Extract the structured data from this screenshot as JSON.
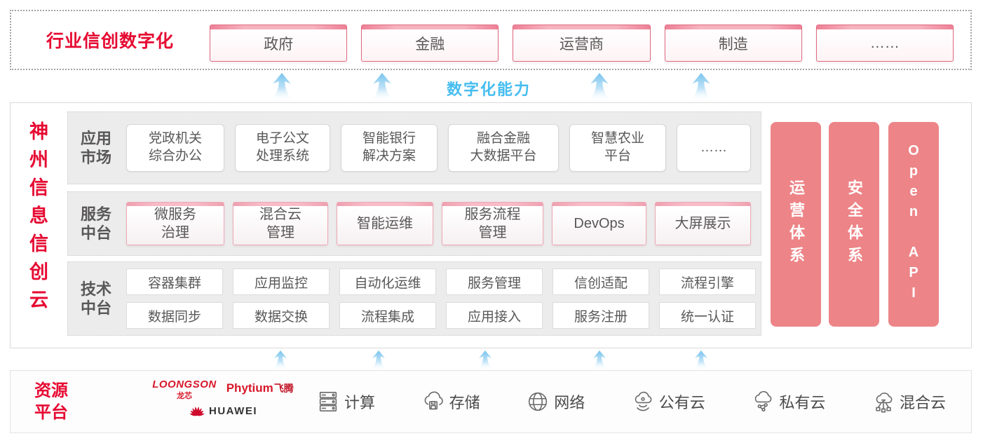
{
  "colors": {
    "red": "#e60a32",
    "pillar_pink": "#ed8487",
    "blue": "#45bdf0",
    "box_text": "#595757"
  },
  "top_banner": {
    "title": "行业信创数字化",
    "industries": [
      {
        "label": "政府"
      },
      {
        "label": "金融"
      },
      {
        "label": "运营商"
      },
      {
        "label": "制造"
      },
      {
        "label": "……"
      }
    ]
  },
  "capability": {
    "label": "数字化能力"
  },
  "platform": {
    "title": "神州信息信创云",
    "rows": [
      {
        "label": "应用\n市场",
        "items": [
          {
            "label": "党政机关\n综合办公"
          },
          {
            "label": "电子公文\n处理系统"
          },
          {
            "label": "智能银行\n解决方案"
          },
          {
            "label": "融合金融\n大数据平台"
          },
          {
            "label": "智慧农业\n平台"
          },
          {
            "label": "……"
          }
        ]
      },
      {
        "label": "服务\n中台",
        "items": [
          {
            "label": "微服务\n治理"
          },
          {
            "label": "混合云\n管理"
          },
          {
            "label": "智能运维"
          },
          {
            "label": "服务流程\n管理"
          },
          {
            "label": "DevOps"
          },
          {
            "label": "大屏展示"
          }
        ]
      },
      {
        "label": "技术\n中台",
        "items_top": [
          {
            "label": "容器集群"
          },
          {
            "label": "应用监控"
          },
          {
            "label": "自动化运维"
          },
          {
            "label": "服务管理"
          },
          {
            "label": "信创适配"
          },
          {
            "label": "流程引擎"
          }
        ],
        "items_bottom": [
          {
            "label": "数据同步"
          },
          {
            "label": "数据交换"
          },
          {
            "label": "流程集成"
          },
          {
            "label": "应用接入"
          },
          {
            "label": "服务注册"
          },
          {
            "label": "统一认证"
          }
        ]
      }
    ],
    "pillars": [
      {
        "label": "运营体系"
      },
      {
        "label": "安全体系"
      },
      {
        "label": "Open API"
      }
    ]
  },
  "resources": {
    "title": "资源\n平台",
    "vendors": {
      "loongson": "LOONGSON",
      "loongson_cn": "龙芯",
      "phytium": "Phytium",
      "phytium_cn": "飞腾",
      "huawei": "HUAWEI"
    },
    "items": [
      {
        "icon": "server-icon",
        "label": "计算"
      },
      {
        "icon": "cloud-storage-icon",
        "label": "存储"
      },
      {
        "icon": "network-globe-icon",
        "label": "网络"
      },
      {
        "icon": "public-cloud-icon",
        "label": "公有云"
      },
      {
        "icon": "private-cloud-icon",
        "label": "私有云"
      },
      {
        "icon": "hybrid-cloud-icon",
        "label": "混合云"
      }
    ]
  }
}
